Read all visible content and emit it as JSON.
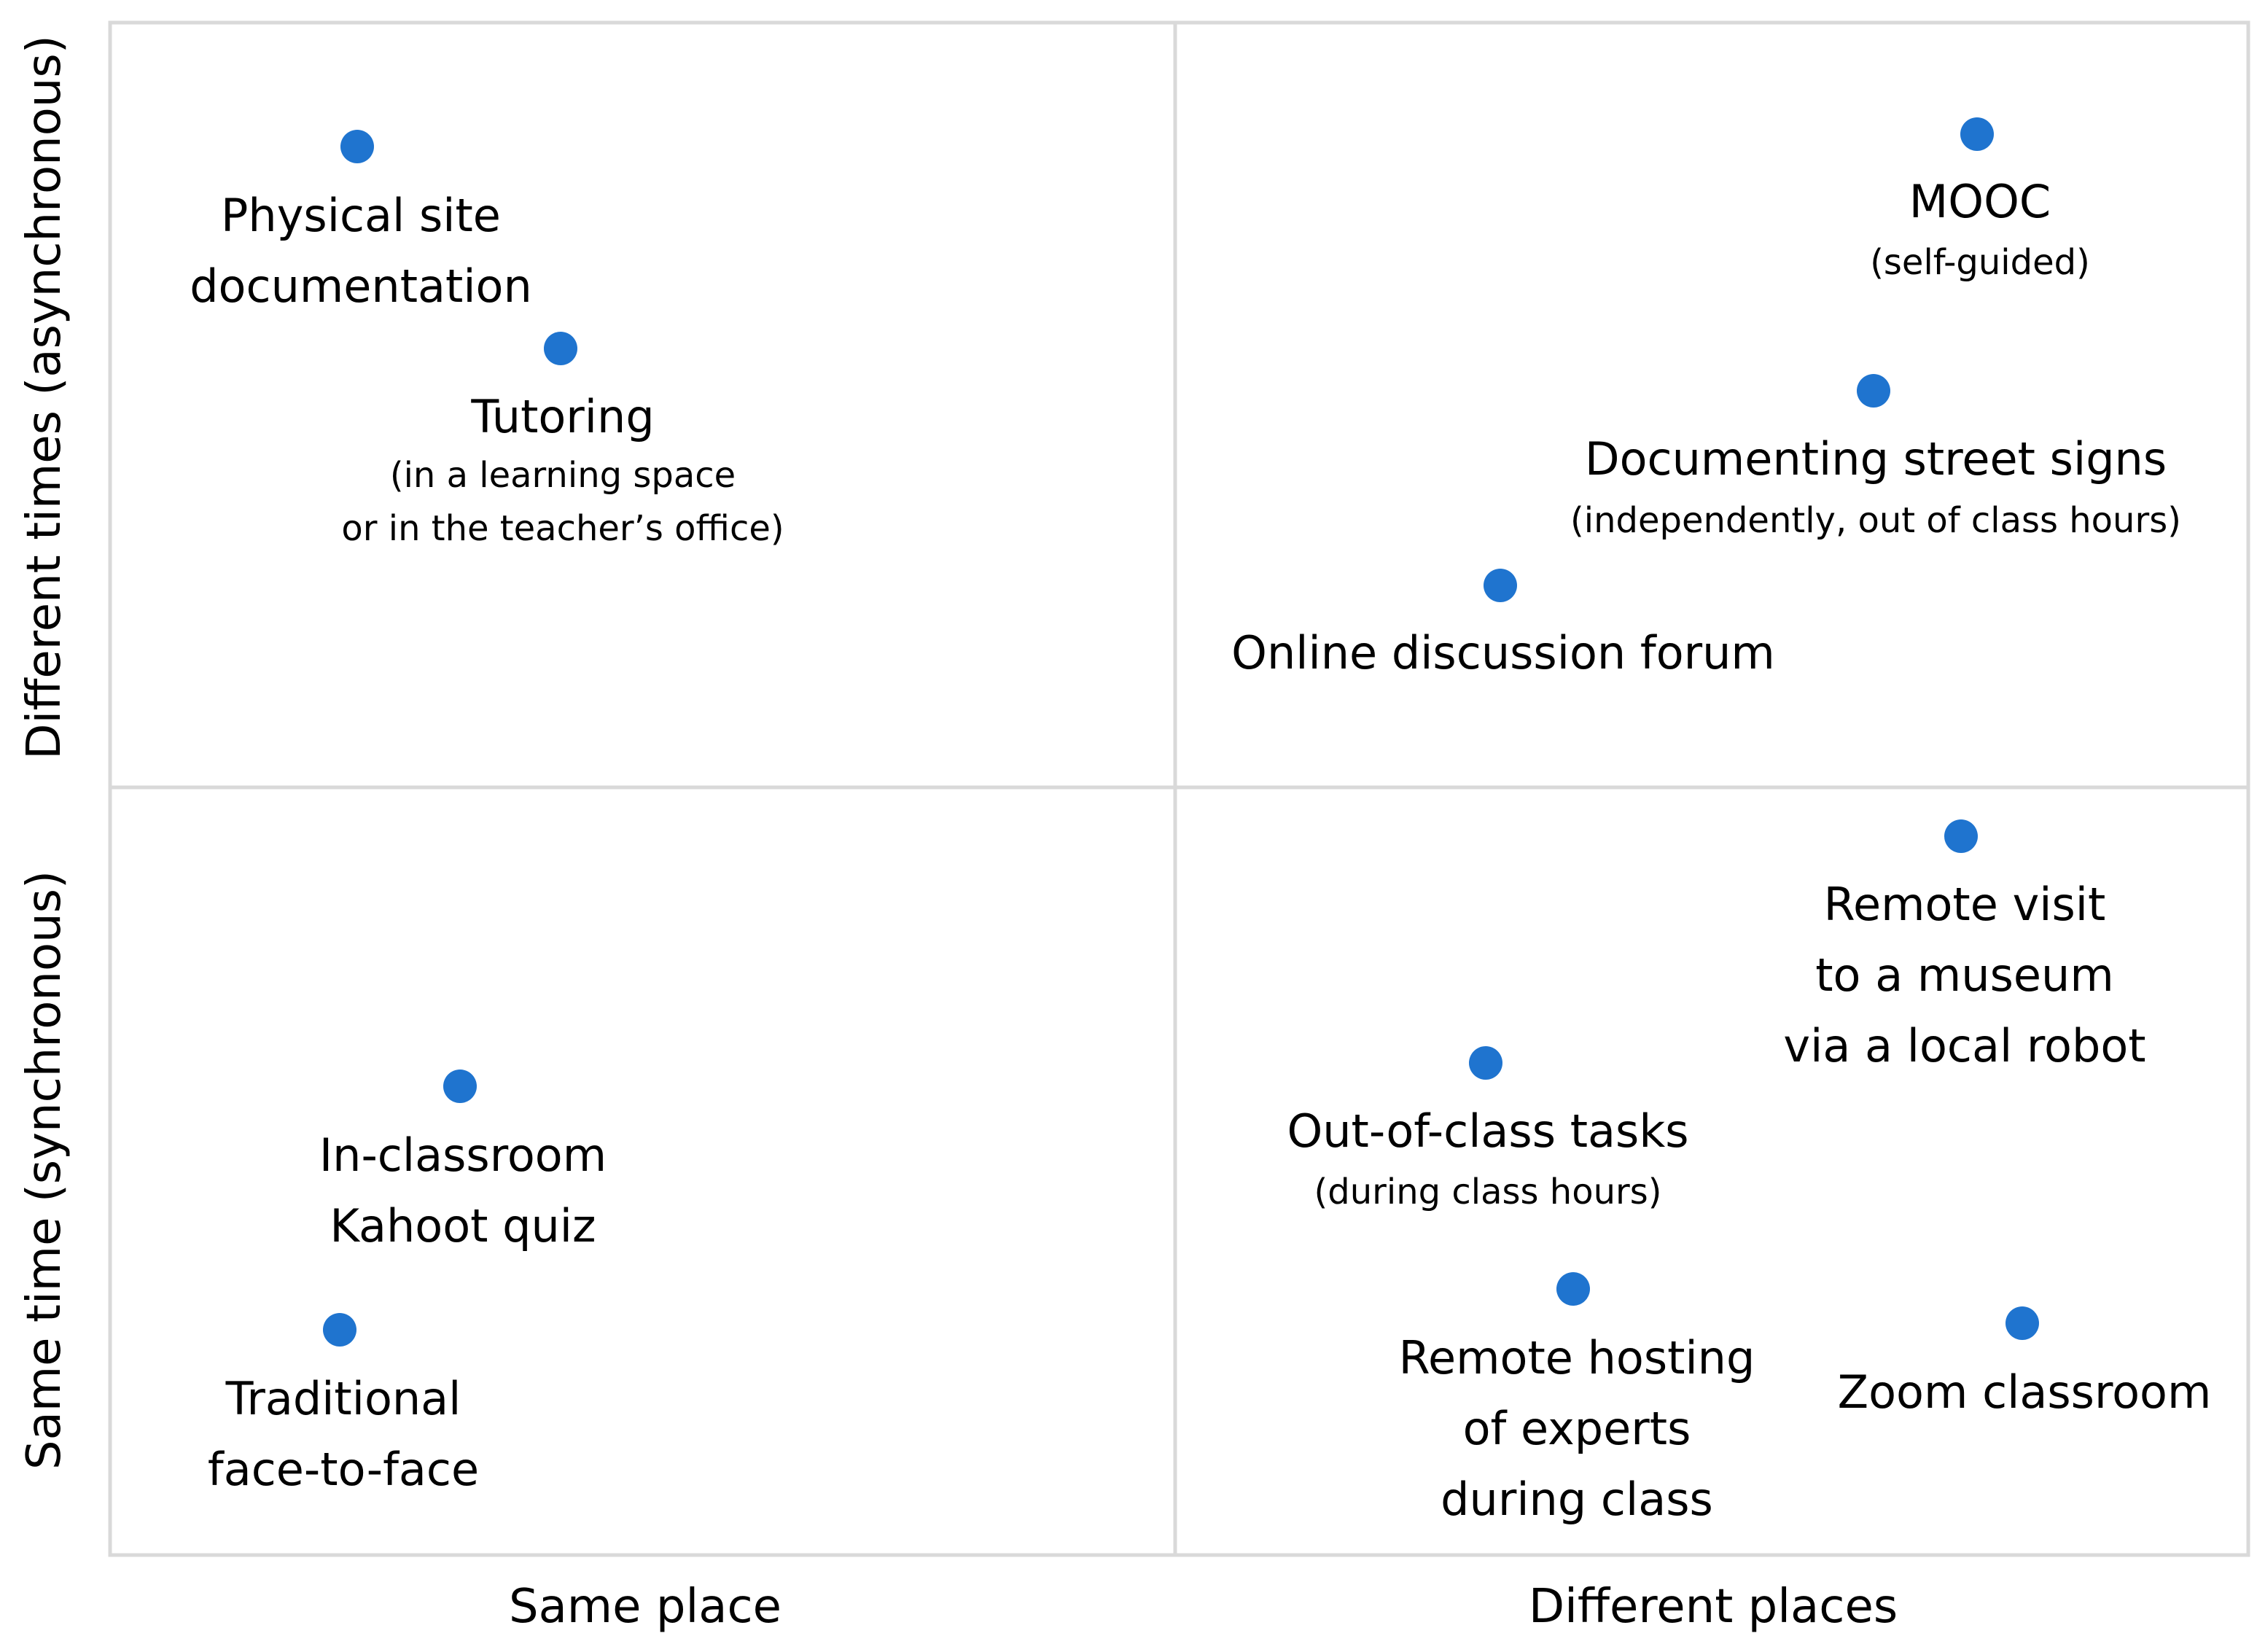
{
  "axes": {
    "x": {
      "left_label": "Same place",
      "right_label": "Different places"
    },
    "y": {
      "top_label": "Different times (asynchronous)",
      "bottom_label": "Same time (synchronous)"
    }
  },
  "colors": {
    "dot": "#1f74cf",
    "grid": "#d9d9d9",
    "text": "#000000"
  },
  "quadrants": {
    "same_place_different_times": [
      {
        "title_lines": [
          "Physical site",
          "documentation"
        ],
        "sub_lines": []
      },
      {
        "title_lines": [
          "Tutoring"
        ],
        "sub_lines": [
          "(in a learning space",
          "or in the teacher’s office)"
        ]
      }
    ],
    "different_places_different_times": [
      {
        "title_lines": [
          "MOOC"
        ],
        "sub_lines": [
          "(self-guided)"
        ]
      },
      {
        "title_lines": [
          "Documenting street signs"
        ],
        "sub_lines": [
          "(independently, out of class hours)"
        ]
      },
      {
        "title_lines": [
          "Online discussion forum"
        ],
        "sub_lines": []
      }
    ],
    "same_place_same_time": [
      {
        "title_lines": [
          "In-classroom",
          "Kahoot quiz"
        ],
        "sub_lines": []
      },
      {
        "title_lines": [
          "Traditional",
          "face-to-face"
        ],
        "sub_lines": []
      }
    ],
    "different_places_same_time": [
      {
        "title_lines": [
          "Remote visit",
          "to a museum",
          "via a local robot"
        ],
        "sub_lines": []
      },
      {
        "title_lines": [
          "Out-of-class tasks"
        ],
        "sub_lines": [
          "(during class hours)"
        ]
      },
      {
        "title_lines": [
          "Remote hosting",
          "of experts",
          "during class"
        ],
        "sub_lines": []
      },
      {
        "title_lines": [
          "Zoom classroom"
        ],
        "sub_lines": []
      }
    ]
  }
}
